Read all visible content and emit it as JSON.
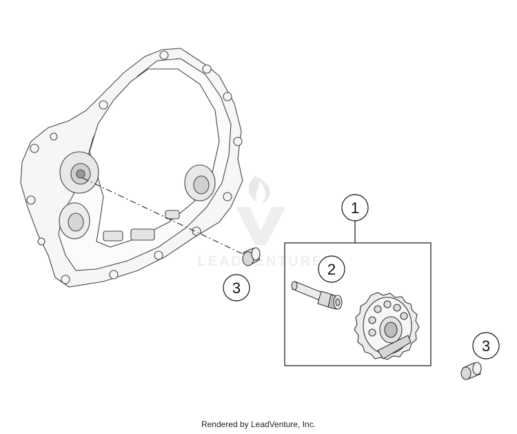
{
  "callouts": [
    {
      "label": "1"
    },
    {
      "label": "2"
    },
    {
      "label": "3"
    },
    {
      "label": "3"
    }
  ],
  "watermark": {
    "text": "LEADVENTURE"
  },
  "footer": {
    "text": "Rendered by LeadVenture, Inc."
  },
  "colors": {
    "line": "#222222",
    "part_stroke": "#444444",
    "part_fill": "#f4f4f4",
    "shade": "#bdbdbd",
    "watermark": "#d9d9d9"
  }
}
